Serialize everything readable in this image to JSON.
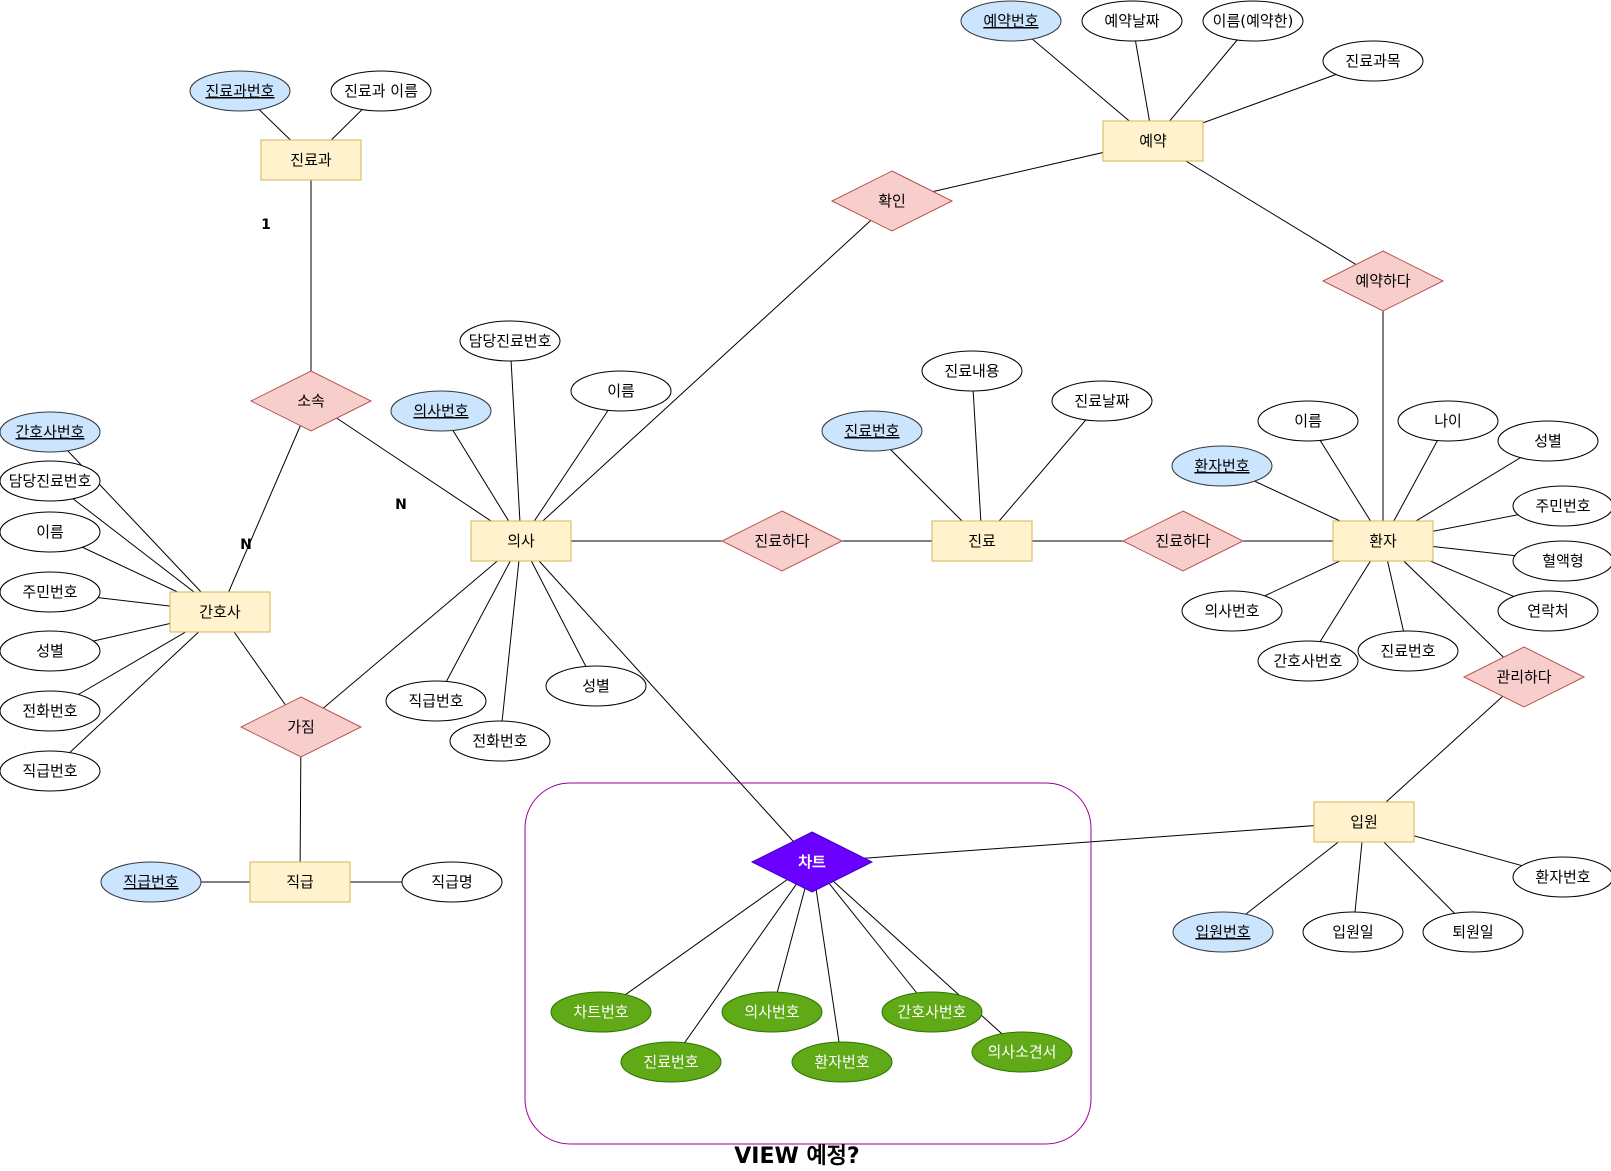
{
  "colors": {
    "entity_fill": "#fff2cc",
    "entity_stroke": "#d6b656",
    "relation_fill": "#f8cecc",
    "relation_stroke": "#b85450",
    "key_fill": "#cce5ff",
    "chart_fill": "#6a00ff",
    "chart_attr_fill": "#60a917",
    "group_border": "#990099"
  },
  "entities": [
    {
      "id": "dept",
      "label": "진료과"
    },
    {
      "id": "reserve",
      "label": "예약"
    },
    {
      "id": "doctor",
      "label": "의사"
    },
    {
      "id": "nurse",
      "label": "간호사"
    },
    {
      "id": "treat",
      "label": "진료"
    },
    {
      "id": "patient",
      "label": "환자"
    },
    {
      "id": "rank",
      "label": "직급"
    },
    {
      "id": "admit",
      "label": "입원"
    }
  ],
  "relations": [
    {
      "id": "belong",
      "label": "소속"
    },
    {
      "id": "confirm",
      "label": "확인"
    },
    {
      "id": "reserveDo",
      "label": "예약하다"
    },
    {
      "id": "treatDo1",
      "label": "진료하다"
    },
    {
      "id": "treatDo2",
      "label": "진료하다"
    },
    {
      "id": "have",
      "label": "가짐"
    },
    {
      "id": "manage",
      "label": "관리하다"
    },
    {
      "id": "chart",
      "label": "차트"
    }
  ],
  "attributes": [
    {
      "id": "a1",
      "label": "진료과번호",
      "key": true
    },
    {
      "id": "a2",
      "label": "진료과 이름"
    },
    {
      "id": "a3",
      "label": "예약번호",
      "key": true
    },
    {
      "id": "a4",
      "label": "예약날짜"
    },
    {
      "id": "a5",
      "label": "이름(예약한)"
    },
    {
      "id": "a6",
      "label": "진료과목"
    },
    {
      "id": "a7",
      "label": "간호사번호",
      "key": true
    },
    {
      "id": "a8",
      "label": "담당진료번호"
    },
    {
      "id": "a9",
      "label": "이름"
    },
    {
      "id": "a10",
      "label": "주민번호"
    },
    {
      "id": "a11",
      "label": "성별"
    },
    {
      "id": "a12",
      "label": "전화번호"
    },
    {
      "id": "a13",
      "label": "직급번호"
    },
    {
      "id": "a14",
      "label": "담당진료번호"
    },
    {
      "id": "a15",
      "label": "이름"
    },
    {
      "id": "a16",
      "label": "의사번호",
      "key": true
    },
    {
      "id": "a17",
      "label": "직급번호"
    },
    {
      "id": "a18",
      "label": "전화번호"
    },
    {
      "id": "a19",
      "label": "성별"
    },
    {
      "id": "a20",
      "label": "진료내용"
    },
    {
      "id": "a21",
      "label": "진료날짜"
    },
    {
      "id": "a22",
      "label": "진료번호",
      "key": true
    },
    {
      "id": "a23",
      "label": "이름"
    },
    {
      "id": "a24",
      "label": "나이"
    },
    {
      "id": "a25",
      "label": "성별"
    },
    {
      "id": "a26",
      "label": "환자번호",
      "key": true
    },
    {
      "id": "a27",
      "label": "주민번호"
    },
    {
      "id": "a28",
      "label": "혈액형"
    },
    {
      "id": "a29",
      "label": "연락처"
    },
    {
      "id": "a30",
      "label": "의사번호"
    },
    {
      "id": "a31",
      "label": "간호사번호"
    },
    {
      "id": "a32",
      "label": "진료번호"
    },
    {
      "id": "a33",
      "label": "직급번호",
      "key": true
    },
    {
      "id": "a34",
      "label": "직급명"
    },
    {
      "id": "a35",
      "label": "환자번호"
    },
    {
      "id": "a36",
      "label": "입원번호",
      "key": true
    },
    {
      "id": "a37",
      "label": "입원일"
    },
    {
      "id": "a38",
      "label": "퇴원일"
    },
    {
      "id": "c1",
      "label": "차트번호",
      "green": true
    },
    {
      "id": "c2",
      "label": "진료번호",
      "green": true
    },
    {
      "id": "c3",
      "label": "의사번호",
      "green": true
    },
    {
      "id": "c4",
      "label": "환자번호",
      "green": true
    },
    {
      "id": "c5",
      "label": "간호사번호",
      "green": true
    },
    {
      "id": "c6",
      "label": "의사소견서",
      "green": true
    }
  ],
  "cardinalities": [
    {
      "id": "k1",
      "label": "1"
    },
    {
      "id": "k2",
      "label": "N"
    },
    {
      "id": "k3",
      "label": "N"
    }
  ],
  "note": "VIEW 예정?"
}
